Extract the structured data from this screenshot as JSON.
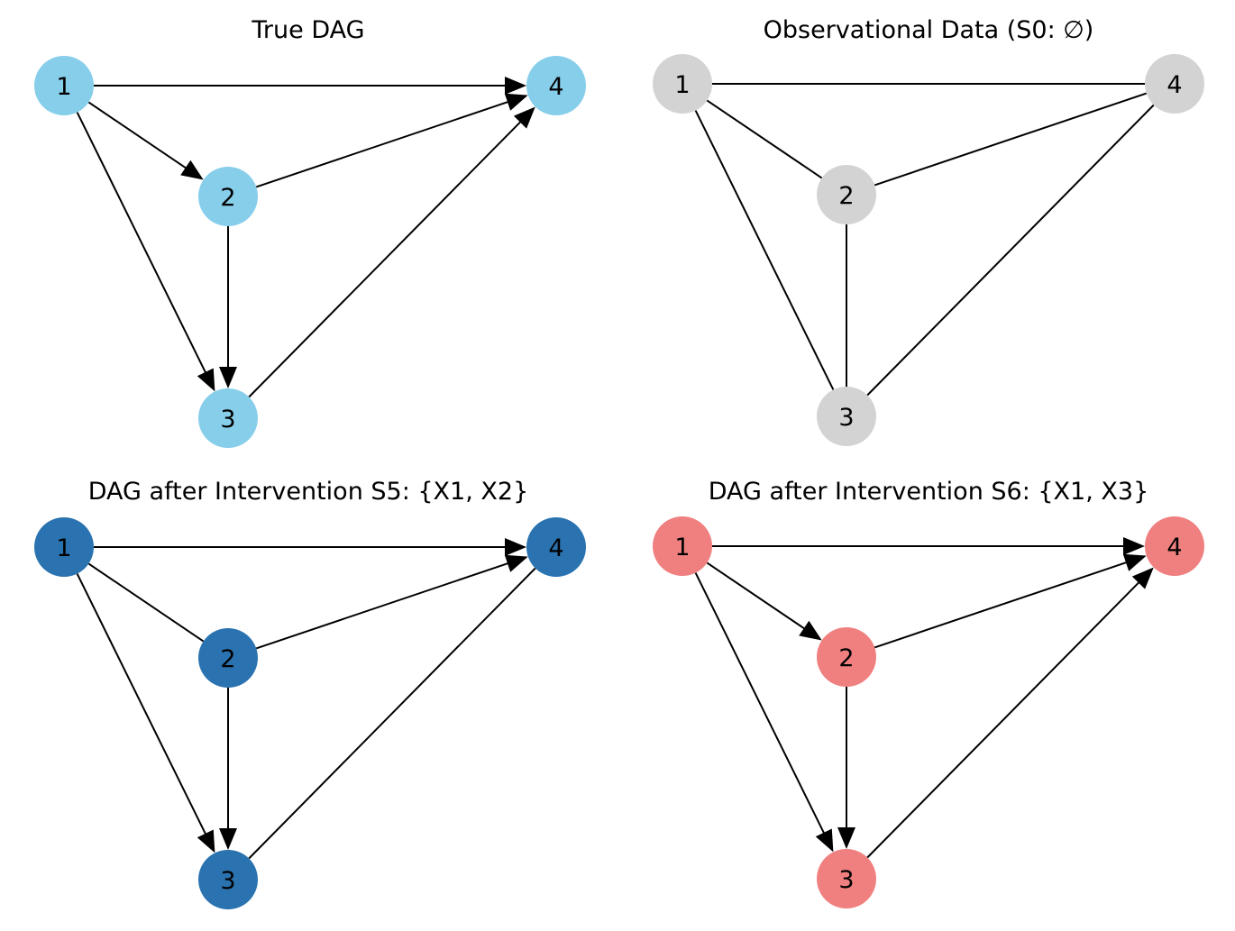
{
  "panels": [
    {
      "title": "True DAG",
      "node_color": "#87CEEB",
      "nodes": [
        {
          "id": "1",
          "label": "1"
        },
        {
          "id": "2",
          "label": "2"
        },
        {
          "id": "3",
          "label": "3"
        },
        {
          "id": "4",
          "label": "4"
        }
      ],
      "edges": [
        {
          "from": "1",
          "to": "4",
          "directed": true
        },
        {
          "from": "1",
          "to": "2",
          "directed": true
        },
        {
          "from": "1",
          "to": "3",
          "directed": true
        },
        {
          "from": "2",
          "to": "4",
          "directed": true
        },
        {
          "from": "2",
          "to": "3",
          "directed": true
        },
        {
          "from": "3",
          "to": "4",
          "directed": true
        }
      ]
    },
    {
      "title": "Observational Data (S0: ∅)",
      "node_color": "#D3D3D3",
      "nodes": [
        {
          "id": "1",
          "label": "1"
        },
        {
          "id": "2",
          "label": "2"
        },
        {
          "id": "3",
          "label": "3"
        },
        {
          "id": "4",
          "label": "4"
        }
      ],
      "edges": [
        {
          "from": "1",
          "to": "4",
          "directed": false
        },
        {
          "from": "1",
          "to": "2",
          "directed": false
        },
        {
          "from": "1",
          "to": "3",
          "directed": false
        },
        {
          "from": "2",
          "to": "4",
          "directed": false
        },
        {
          "from": "2",
          "to": "3",
          "directed": false
        },
        {
          "from": "3",
          "to": "4",
          "directed": false
        }
      ]
    },
    {
      "title": "DAG after Intervention S5: {X1, X2}",
      "node_color": "#2A73B0",
      "nodes": [
        {
          "id": "1",
          "label": "1"
        },
        {
          "id": "2",
          "label": "2"
        },
        {
          "id": "3",
          "label": "3"
        },
        {
          "id": "4",
          "label": "4"
        }
      ],
      "edges": [
        {
          "from": "1",
          "to": "4",
          "directed": true
        },
        {
          "from": "1",
          "to": "2",
          "directed": false
        },
        {
          "from": "1",
          "to": "3",
          "directed": true
        },
        {
          "from": "2",
          "to": "4",
          "directed": true
        },
        {
          "from": "2",
          "to": "3",
          "directed": true
        },
        {
          "from": "3",
          "to": "4",
          "directed": false
        }
      ]
    },
    {
      "title": "DAG after Intervention S6: {X1, X3}",
      "node_color": "#F08080",
      "nodes": [
        {
          "id": "1",
          "label": "1"
        },
        {
          "id": "2",
          "label": "2"
        },
        {
          "id": "3",
          "label": "3"
        },
        {
          "id": "4",
          "label": "4"
        }
      ],
      "edges": [
        {
          "from": "1",
          "to": "4",
          "directed": true
        },
        {
          "from": "1",
          "to": "2",
          "directed": true
        },
        {
          "from": "1",
          "to": "3",
          "directed": true
        },
        {
          "from": "2",
          "to": "4",
          "directed": true
        },
        {
          "from": "2",
          "to": "3",
          "directed": true
        },
        {
          "from": "3",
          "to": "4",
          "directed": true
        }
      ]
    }
  ]
}
